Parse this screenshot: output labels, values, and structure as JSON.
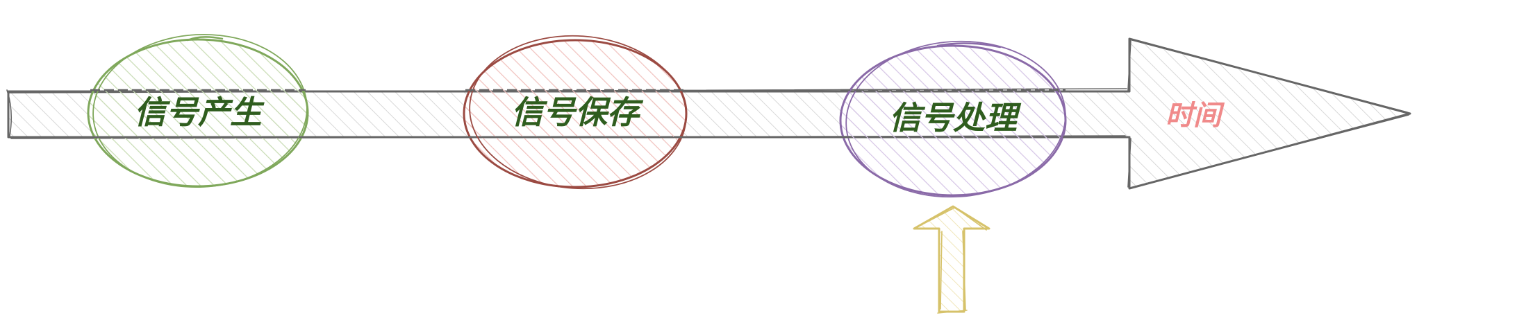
{
  "diagram": {
    "stages": [
      {
        "label": "信号产生",
        "stroke_color": "#7fa85b",
        "fill_color": "#c9dcb5"
      },
      {
        "label": "信号保存",
        "stroke_color": "#9b4a42",
        "fill_color": "#f1c2bf"
      },
      {
        "label": "信号处理",
        "stroke_color": "#8a6aa8",
        "fill_color": "#d6c6e6"
      }
    ],
    "axis_label": "时间",
    "axis_label_color": "#f08a8a",
    "stage_text_color": "#2f5d1e",
    "axis_stroke_color": "#666666",
    "marker_color": "#d6c26a",
    "marker_icon": "up-arrow-icon",
    "highlighted_stage_index": 2
  }
}
